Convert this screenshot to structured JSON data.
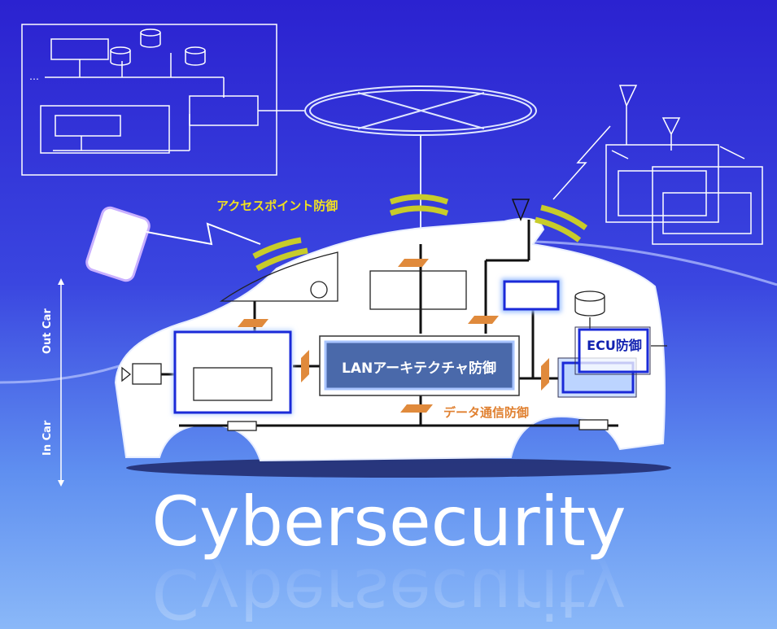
{
  "labels": {
    "access_point": "アクセスポイント防御",
    "lan": "LANアーキテクチャ防御",
    "data_comm": "データ通信防御",
    "ecu": "ECU防御",
    "out_car": "Out Car",
    "in_car": "In Car"
  },
  "title": "Cybersecurity",
  "colors": {
    "bg_top": "#2b25d6",
    "bg_bottom": "#7fb0f5",
    "lan_box": "#4a69aa",
    "shield": "#c8cc2a",
    "firewall": "#e08a3c",
    "ecu_text": "#1020b0",
    "access_text": "#f0e020",
    "data_text": "#e08030"
  }
}
